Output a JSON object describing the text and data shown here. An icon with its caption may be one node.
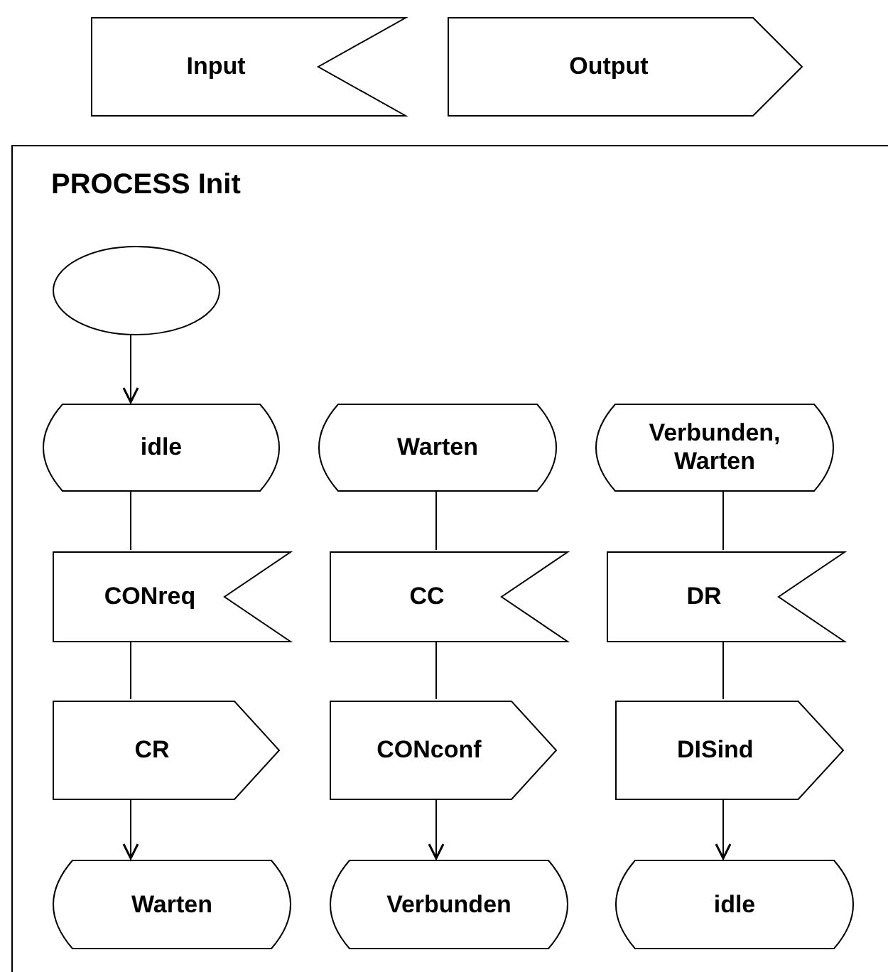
{
  "diagram": {
    "nodes": [
      {
        "text": [
          "Input"
        ]
      },
      {
        "text": [
          "Output"
        ]
      },
      {
        "text": [
          "PROCESS Init"
        ]
      },
      {
        "text": [],
        "shape": "circle",
        "in": 2
      },
      {
        "text": [
          "idle"
        ],
        "in": 2
      },
      {
        "text": [
          "Warten"
        ],
        "in": 2
      },
      {
        "text": [
          "Verbunden, Warten"
        ],
        "in": 2
      },
      {
        "text": [
          "CONreq"
        ],
        "in": 2
      },
      {
        "text": [
          "CC"
        ],
        "in": 2
      },
      {
        "text": [
          "DR"
        ],
        "in": 2
      },
      {
        "text": [
          "CR"
        ],
        "in": 2
      },
      {
        "text": [
          "CONconf"
        ],
        "in": 2
      },
      {
        "text": [
          "DISind"
        ],
        "in": 2
      },
      {
        "text": [
          "Warten"
        ],
        "in": 2
      },
      {
        "text": [
          "Verbunden"
        ],
        "in": 2
      },
      {
        "text": [
          "idle"
        ],
        "in": 2
      }
    ],
    "edges": [
      {
        "from": 3,
        "to": 4,
        "arrow": "to"
      },
      {
        "from": 4,
        "to": 7,
        "arrow": "none"
      },
      {
        "from": 7,
        "to": 10,
        "arrow": "none"
      },
      {
        "from": 10,
        "to": 13,
        "arrow": "to"
      },
      {
        "from": 5,
        "to": 8,
        "arrow": "none"
      },
      {
        "from": 8,
        "to": 11,
        "arrow": "none"
      },
      {
        "from": 11,
        "to": 14,
        "arrow": "to"
      },
      {
        "from": 6,
        "to": 9,
        "arrow": "none"
      },
      {
        "from": 9,
        "to": 12,
        "arrow": "none"
      },
      {
        "from": 12,
        "to": 15,
        "arrow": "to"
      }
    ]
  }
}
